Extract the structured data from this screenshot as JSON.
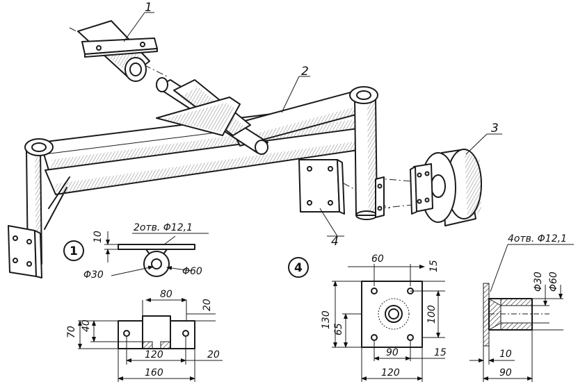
{
  "parts": {
    "p1": "1",
    "p2": "2",
    "p3": "3",
    "p4": "4"
  },
  "detail1": {
    "number": "1",
    "holes_note": "2отв. Φ12,1",
    "thickness": "10",
    "dia_inner": "Φ30",
    "dia_outer": "Φ60",
    "d80": "80",
    "d20a": "20",
    "d70": "70",
    "d40": "40",
    "d120": "120",
    "d20b": "20",
    "d160": "160"
  },
  "detail4": {
    "number": "4",
    "holes_note": "4отв. Φ12,1",
    "d60": "60",
    "d15a": "15",
    "d130": "130",
    "d65": "65",
    "d100": "100",
    "d90a": "90",
    "d15b": "15",
    "d120": "120",
    "dia30": "Φ30",
    "dia60": "Φ60",
    "d10": "10",
    "d90b": "90"
  }
}
